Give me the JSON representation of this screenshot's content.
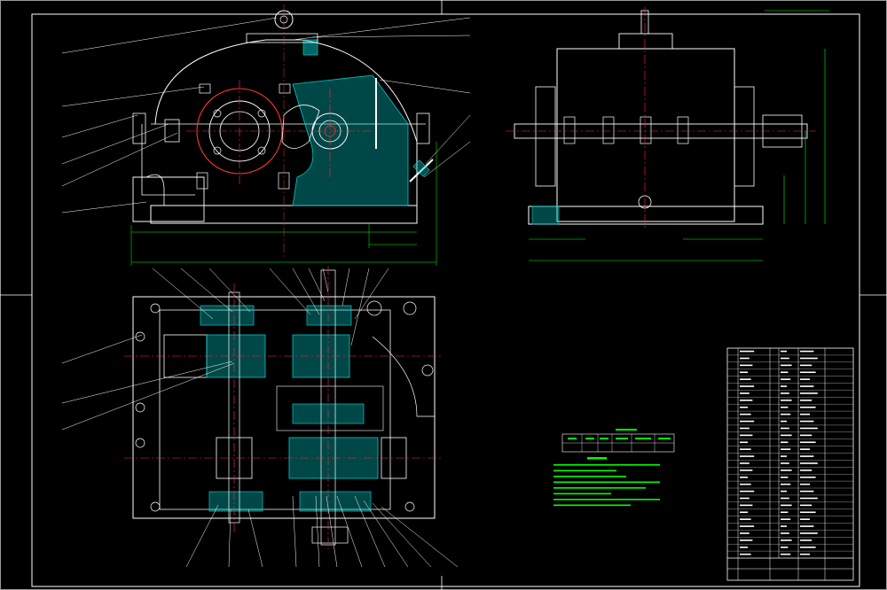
{
  "drawing": {
    "colors": {
      "background": "#000000",
      "outline": "#ffffff",
      "dimension": "#00ff00",
      "centerline": "#ff3333",
      "section_hatch": "#00cccc",
      "leader": "#ffffff",
      "table": "#ffffff"
    },
    "views": [
      "front-section-view",
      "side-view",
      "top-section-view"
    ],
    "table": {
      "rows": 30
    },
    "notes": {
      "lines": 8
    }
  }
}
